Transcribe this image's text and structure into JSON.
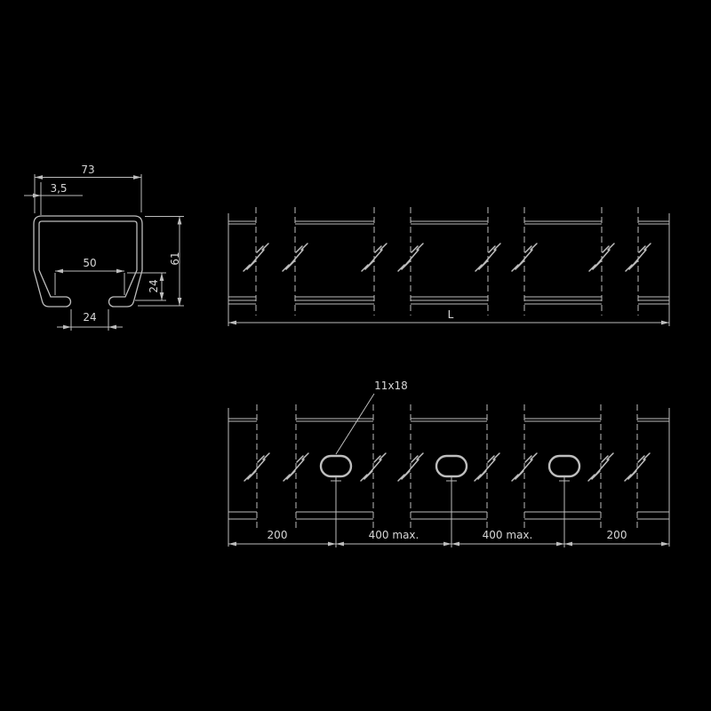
{
  "drawing": {
    "colors": {
      "background": "#000000",
      "line": "#bdbdbd",
      "text": "#d6d6d6"
    },
    "cross_section": {
      "overall_width": "73",
      "wall_thickness": "3,5",
      "inner_width": "50",
      "overall_height": "61",
      "lip_height": "24",
      "bottom_opening": "24"
    },
    "length_view": {
      "length_label": "L"
    },
    "hole_view": {
      "hole_size": "11x18",
      "dim_1": "200",
      "dim_2": "400 max.",
      "dim_3": "400 max.",
      "dim_4": "200"
    }
  }
}
